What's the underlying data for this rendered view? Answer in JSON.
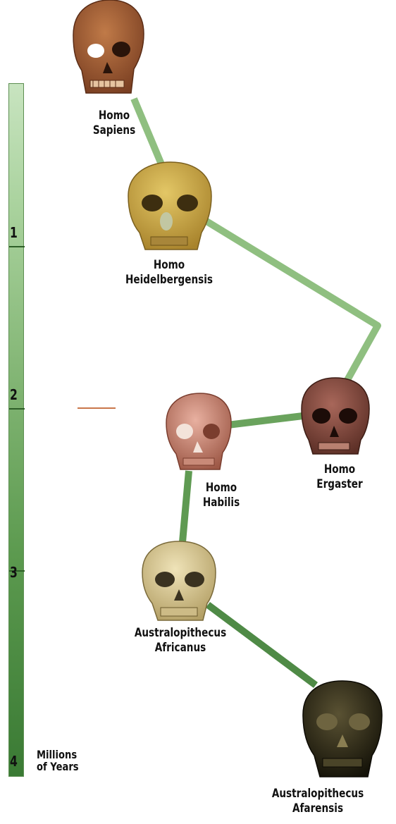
{
  "timeline": {
    "ticks": [
      "1",
      "2",
      "3",
      "4"
    ],
    "unit_line1": "Millions",
    "unit_line2": "of Years"
  },
  "species": [
    {
      "key": "sapiens",
      "line1": "Homo",
      "line2": "Sapiens",
      "skull_color": "#9c5a33"
    },
    {
      "key": "heidelbergensis",
      "line1": "Homo",
      "line2": "Heidelbergensis",
      "skull_color": "#c9a544"
    },
    {
      "key": "ergaster",
      "line1": "Homo",
      "line2": "Ergaster",
      "skull_color": "#8e4e3d"
    },
    {
      "key": "habilis",
      "line1": "Homo",
      "line2": "Habilis",
      "skull_color": "#c98a78"
    },
    {
      "key": "africanus",
      "line1": "Australopithecus",
      "line2": "Africanus",
      "skull_color": "#d8c794"
    },
    {
      "key": "afarensis",
      "line1": "Australopithecus",
      "line2": "Afarensis",
      "skull_color": "#2e2a1c"
    }
  ],
  "colors": {
    "link": "#8ec07f",
    "link_dark": "#4f8a46"
  }
}
